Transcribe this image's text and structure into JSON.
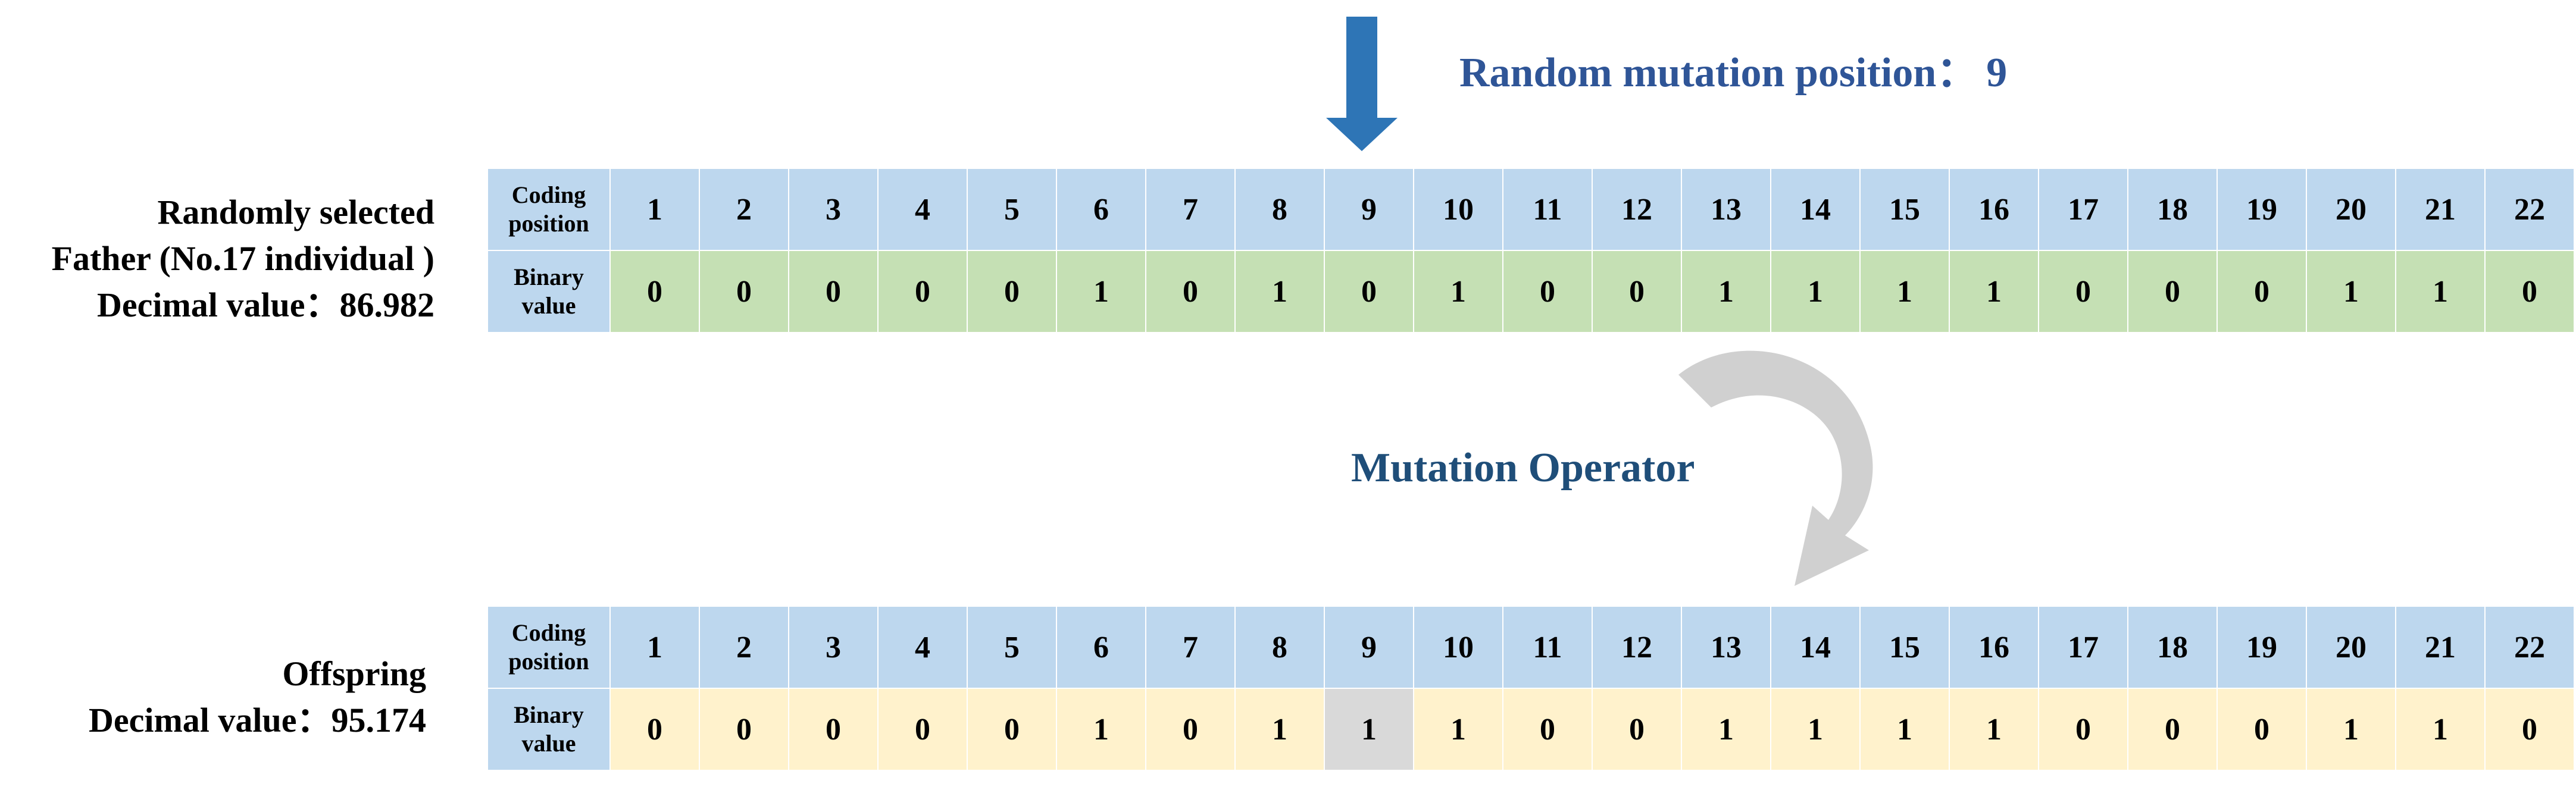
{
  "mutation_position_label": "Random mutation position：",
  "mutation_position_value": "9",
  "mutation_operator_label": "Mutation Operator",
  "father": {
    "line1": "Randomly selected",
    "line2": "Father (No.17 individual )",
    "line3": "Decimal value：86.982"
  },
  "offspring": {
    "line1": "Offspring",
    "line2": "Decimal value：95.174"
  },
  "table_headers": {
    "coding": "Coding position",
    "binary": "Binary value"
  },
  "coding_positions": [
    "1",
    "2",
    "3",
    "4",
    "5",
    "6",
    "7",
    "8",
    "9",
    "10",
    "11",
    "12",
    "13",
    "14",
    "15",
    "16",
    "17",
    "18",
    "19",
    "20",
    "21",
    "22"
  ],
  "father_binary": [
    "0",
    "0",
    "0",
    "0",
    "0",
    "1",
    "0",
    "1",
    "0",
    "1",
    "0",
    "0",
    "1",
    "1",
    "1",
    "1",
    "0",
    "0",
    "0",
    "1",
    "1",
    "0"
  ],
  "offspring_binary": [
    "0",
    "0",
    "0",
    "0",
    "0",
    "1",
    "0",
    "1",
    "1",
    "1",
    "0",
    "0",
    "1",
    "1",
    "1",
    "1",
    "0",
    "0",
    "0",
    "1",
    "1",
    "0"
  ],
  "mutated_index": 9,
  "colors": {
    "header_blue": "#BDD7EE",
    "father_green": "#C5E0B4",
    "offspring_yellow": "#FFF2CC",
    "mutated_gray": "#D9D9D9",
    "arrow_blue": "#2E75B6",
    "title_blue": "#2F5597"
  }
}
